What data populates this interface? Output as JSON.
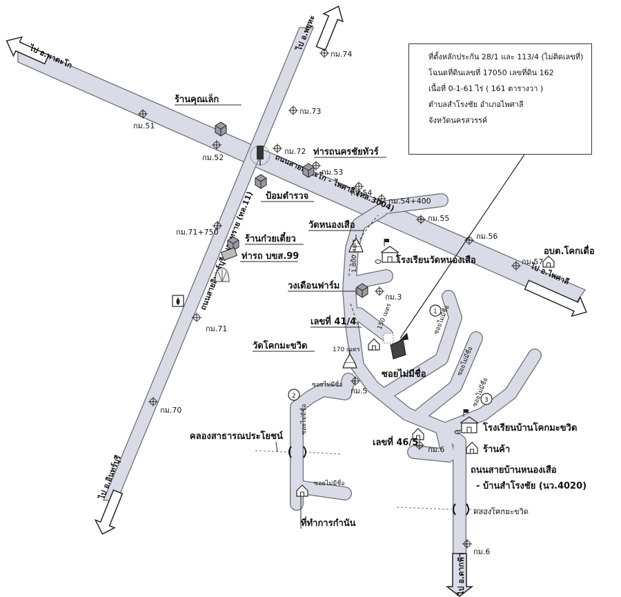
{
  "roads": {
    "pha_ta_ko": "ไป อ.พาตะโก",
    "phayuha_khiri": "ไป อ.พยุหะ",
    "phaisali": "ไป อ.ไพศาลี",
    "inburi": "ไป อ.อินทร์บุรี",
    "tak_fa": "ไป อ.ตากฟ้า",
    "main_highway": "ถนนสายอินทร์บุรี - เขาทราย (ทล.11)",
    "road_3004": "ถนนสายพาตะโก - ไพศาลี (ทล.3004)",
    "road_4020_line1": "ถนนสายบ้านหนองเสือ",
    "road_4020_line2": "- บ้านสำโรงชัย (นว.4020)"
  },
  "km_markers": [
    "กม.74",
    "กม.73",
    "กม.72",
    "กม.53",
    "กม.54",
    "กม.54+400",
    "กม.55",
    "กม.56",
    "กม.57",
    "กม.51",
    "กม.52",
    "กม.71+750",
    "กม.71",
    "กม.70",
    "กม.3",
    "กม.5",
    "กม.6",
    "กม.6"
  ],
  "places": {
    "khun_lek_shop": "ร้านคุณเล็ก",
    "bus_stop_nakhon_chai": "ท่ารถนครชัยทัวร์",
    "police_box": "ป้อมตำรวจ",
    "wat_nong_suea": "วัดหนองเสือ",
    "noodle_shop": "ร้านก๋วยเตี๋ยว",
    "bus_station_bks": "ท่ารถ บขส.99",
    "wongduen_farm": "วงเดือนฟาร์ม",
    "house_41_4": "เลขที่ 41/4",
    "wat_khok_makhawit": "วัดโคกมะขวิด",
    "soi_unnamed_big": "ซอยไม่มีชื่อ",
    "school_wat_nong_suea": "โรงเรียนวัดหนองเสือ",
    "obt_khok_duea": "อบต.โคกเดื่อ",
    "public_canal": "คลองสาธารณประโยชน์",
    "house_46_5": "เลขที่ 46/5",
    "school_ban_khok": "โรงเรียนบ้านโคกมะขวิด",
    "shop": "ร้านค้า",
    "kamnan_office": "ที่ทำการกำนัน",
    "canal_khok": "คลองโคกมะขวิด"
  },
  "small_labels": {
    "soi_a": "ซอยไม่มีชื่อ",
    "soi_b": "ซอยไม่มีชื่อ",
    "soi_c": "ซอยไม่มีชื่อ",
    "soi_d": "ซอยไม่มีชื่อ",
    "soi_e": "ซอยไม่มีชื่อ",
    "soi_f": "ซอยไม่มีชื่อ",
    "dist_1": "1,800 เมตร",
    "dist_2": "170 เมตร",
    "dist_3": "150 เมตร"
  },
  "info": {
    "line1": "ที่ตั้งหลักประกัน 28/1 และ 113/4 (ไม่ติดเลขที่)",
    "line2": "โฉนดที่ดินเลขที่  17050 เลขที่ดิน 162",
    "line3": "เนื้อที่ 0-1-61 ไร่ ( 161 ตารางวา )",
    "line4": "ตำบลสำโรงชัย  อำเภอไพศาลี",
    "line5": "จังหวัดนครสวรรค์"
  },
  "circles": [
    "1",
    "2",
    "3"
  ]
}
